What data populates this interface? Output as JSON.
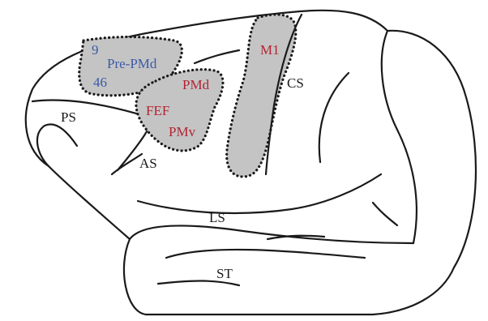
{
  "regions": {
    "area_9": {
      "label": "9",
      "color": "#3d5aa8"
    },
    "pre_pmd": {
      "label": "Pre-PMd",
      "color": "#3d5aa8"
    },
    "area_46": {
      "label": "46",
      "color": "#3d5aa8"
    },
    "pmd": {
      "label": "PMd",
      "color": "#b32433"
    },
    "fef": {
      "label": "FEF",
      "color": "#b32433"
    },
    "pmv": {
      "label": "PMv",
      "color": "#b32433"
    },
    "m1": {
      "label": "M1",
      "color": "#b32433"
    }
  },
  "sulci": {
    "ps": {
      "label": "PS"
    },
    "as": {
      "label": "AS"
    },
    "cs": {
      "label": "CS"
    },
    "ls": {
      "label": "LS"
    },
    "st": {
      "label": "ST"
    }
  },
  "region_fill_color": "#c4c4c4"
}
